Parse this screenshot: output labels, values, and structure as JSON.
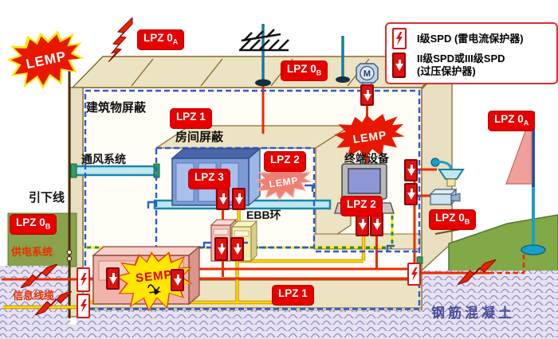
{
  "zones": {
    "lpz0a_top": {
      "text": "LPZ 0",
      "sub": "A"
    },
    "lpz0b_roof": {
      "text": "LPZ 0",
      "sub": "B"
    },
    "lpz1_top": {
      "text": "LPZ 1"
    },
    "lpz2_room": {
      "text": "LPZ 2"
    },
    "lpz3": {
      "text": "LPZ 3"
    },
    "lpz2_term": {
      "text": "LPZ 2"
    },
    "lpz0a_right": {
      "text": "LPZ 0",
      "sub": "A"
    },
    "lpz0b_right": {
      "text": "LPZ 0",
      "sub": "B"
    },
    "lpz0b_left": {
      "text": "LPZ 0",
      "sub": "B"
    },
    "lpz1_floor": {
      "text": "LPZ 1"
    }
  },
  "ann": {
    "building_shield": "建筑物屏蔽",
    "room_shield": "房间屏蔽",
    "ventilation": "通风系统",
    "down_conductor": "引下线",
    "terminal_equipment": "终端设备",
    "ebb_ring": "EBB环",
    "power_system": "供电系统",
    "info_cable": "信息线缆",
    "reinforced_concrete": "钢筋混凝土"
  },
  "stars": {
    "lemp_outdoor": "LEMP",
    "lemp_indoor": "LEMP",
    "lemp_room": "LEMP",
    "semp": "SEMP"
  },
  "legend": {
    "row1": "I级SPD (雷电流保护器)",
    "row2_line1": "II级SPD或III级SPD",
    "row2_line2": "(过压保护器)"
  },
  "motor_label": "M",
  "colors": {
    "zone_badge": "#e60000",
    "wire_power": "#ee2a00",
    "wire_signal": "#ffd800",
    "earth_conductor_green": "#2f8f2f",
    "boundary_dashed": "#2b59d8",
    "roof_beige": "#ece3c2",
    "grass_green": "#83a847",
    "hatch_line": "#928abc",
    "star_red": "#e81800",
    "star_yellow": "#ffe600",
    "star_pink": "#ef7f72",
    "concrete_text": "#4a4a99"
  }
}
